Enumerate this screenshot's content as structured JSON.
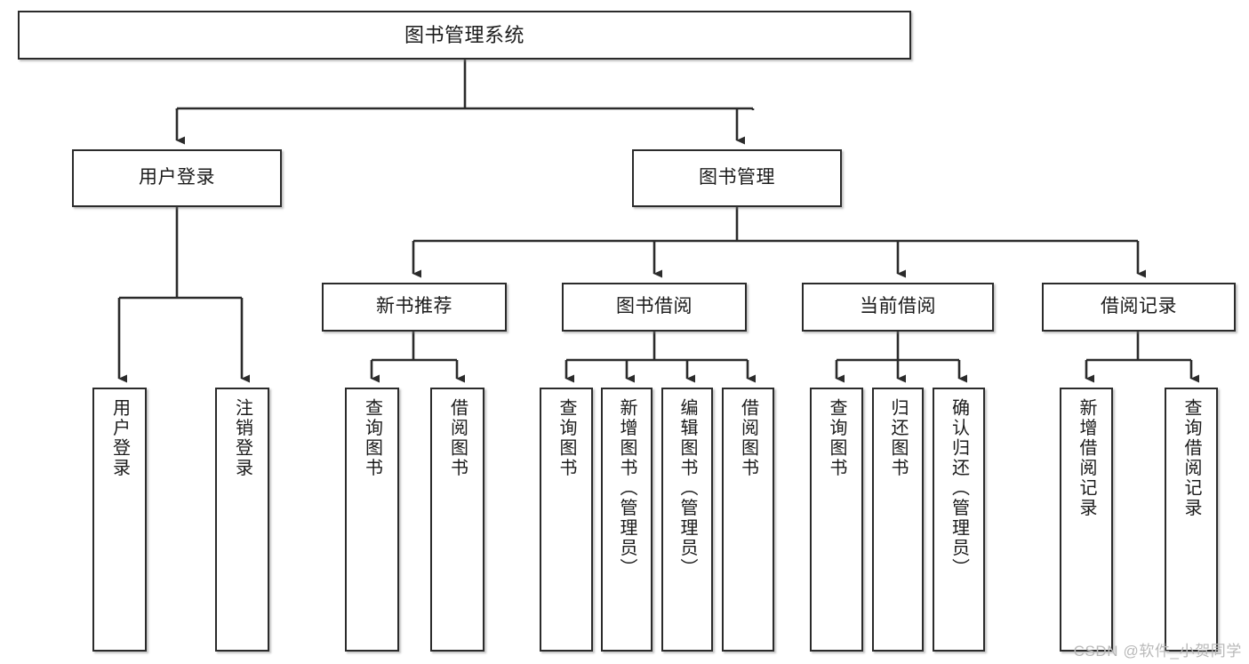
{
  "diagram": {
    "title": "图书管理系统",
    "type": "tree",
    "root": {
      "label": "图书管理系统"
    },
    "level2": [
      {
        "label": "用户登录"
      },
      {
        "label": "图书管理"
      }
    ],
    "level3": [
      {
        "label": "新书推荐"
      },
      {
        "label": "图书借阅"
      },
      {
        "label": "当前借阅"
      },
      {
        "label": "借阅记录"
      }
    ],
    "leaves": {
      "user_login": [
        {
          "label": "用户登录"
        },
        {
          "label": "注销登录"
        }
      ],
      "new_book_recommend": [
        {
          "label": "查询图书"
        },
        {
          "label": "借阅图书"
        }
      ],
      "book_borrow": [
        {
          "label": "查询图书"
        },
        {
          "label": "新增图书（管理员）"
        },
        {
          "label": "编辑图书（管理员）"
        },
        {
          "label": "借阅图书"
        }
      ],
      "current_borrow": [
        {
          "label": "查询图书"
        },
        {
          "label": "归还图书"
        },
        {
          "label": "确认归还（管理员）"
        }
      ],
      "borrow_record": [
        {
          "label": "新增借阅记录"
        },
        {
          "label": "查询借阅记录"
        }
      ]
    }
  },
  "watermark": {
    "text": "CSDN @软件_小贺同学"
  },
  "colors": {
    "border": "#2b2b2b",
    "text": "#1b1b1b",
    "background": "#ffffff",
    "watermark": "#b9b9b9"
  }
}
